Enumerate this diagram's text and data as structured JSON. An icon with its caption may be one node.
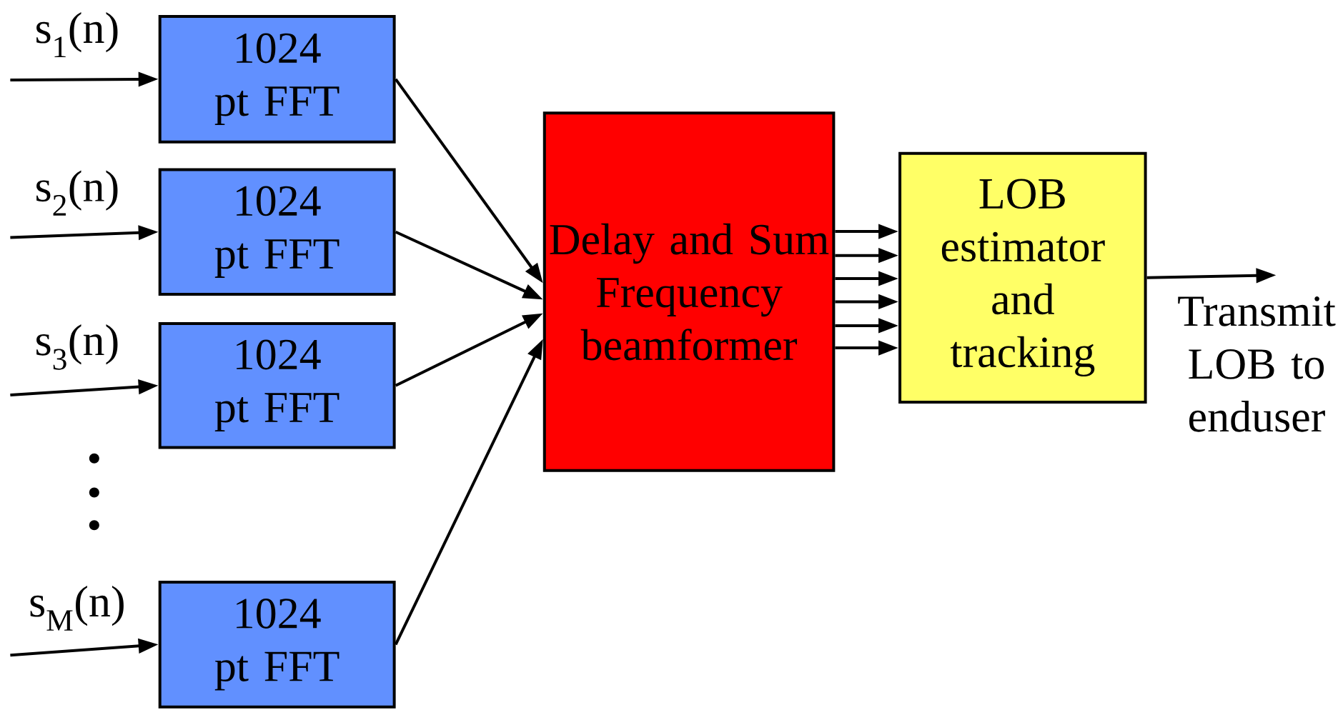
{
  "diagram": {
    "nodes": [
      {
        "text": [
          "1024 pt FFT"
        ]
      },
      {
        "text": [
          "1024 pt FFT"
        ]
      },
      {
        "text": [
          "1024 pt FFT"
        ]
      },
      {
        "text": [
          "1024 pt FFT"
        ]
      },
      {
        "text": [
          "Delay and Sum Frequency beamformer"
        ]
      },
      {
        "text": [
          "LOB estimator and tracking"
        ]
      }
    ],
    "edges": [
      {
        "from": null,
        "to": 0,
        "arrow": "to",
        "label": "s$_{1}$(n)"
      },
      {
        "from": null,
        "to": 1,
        "arrow": "to",
        "label": "s$_{2}$(n)"
      },
      {
        "from": null,
        "to": 2,
        "arrow": "to",
        "label": "s$_{3}$(n)"
      },
      {
        "from": null,
        "to": 3,
        "arrow": "to",
        "label": "s$_{M}$(n)"
      },
      {
        "from": 0,
        "to": 4,
        "arrow": "to"
      },
      {
        "from": 1,
        "to": 4,
        "arrow": "to"
      },
      {
        "from": 2,
        "to": 4,
        "arrow": "to"
      },
      {
        "from": 3,
        "to": 4,
        "arrow": "to"
      },
      {
        "from": 4,
        "to": 5,
        "arrow": "to"
      },
      {
        "from": 4,
        "to": 5,
        "arrow": "to"
      },
      {
        "from": 4,
        "to": 5,
        "arrow": "to"
      },
      {
        "from": 4,
        "to": 5,
        "arrow": "to"
      },
      {
        "from": 4,
        "to": 5,
        "arrow": "to"
      },
      {
        "from": 4,
        "to": 5,
        "arrow": "to"
      },
      {
        "from": 5,
        "to": null,
        "arrow": "to",
        "label": "Transmit LOB to enduser"
      }
    ]
  }
}
